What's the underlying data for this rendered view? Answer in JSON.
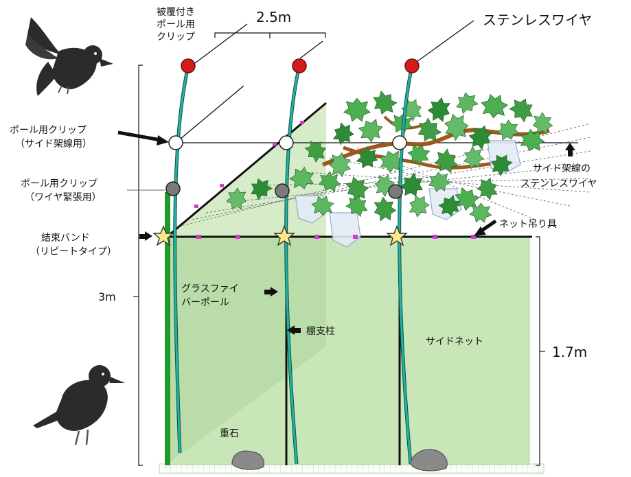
{
  "labels": {
    "clip_coated": [
      "被覆付き",
      "ポール用",
      "クリップ"
    ],
    "spacing": "2.5m",
    "stainless_wire": "ステンレスワイヤ",
    "pole_clip_side": [
      "ポール用クリップ",
      "（サイド架線用）"
    ],
    "pole_clip_tension": [
      "ポール用クリップ",
      "（ワイヤ緊張用）"
    ],
    "band": [
      "結束バンド",
      "（リピートタイプ）"
    ],
    "side_wire": [
      "サイド架線の",
      "ステンレスワイヤ"
    ],
    "net_hanger": "ネット吊り具",
    "height_total": "3m",
    "fiber_pole": [
      "グラスファイ",
      "バーポール"
    ],
    "trellis_post": "棚支柱",
    "side_net": "サイドネット",
    "height_net": "1.7m",
    "weight_stone": "重石"
  },
  "colors": {
    "net_fill": "#c8e6b8",
    "pole_teal": "#1a9a8c",
    "pole_green": "#1e9a2a",
    "clip_red": "#d41c1c",
    "clip_white": "#ffffff",
    "clip_gray": "#7a7a7a",
    "hanger_magenta": "#d23ad2",
    "star_yellow": "#ffe98a",
    "leaf_green": "#4caf50",
    "vine_brown": "#9a5a1e",
    "crow_black": "#2b2b2b",
    "stone_gray": "#8a8a8a"
  }
}
